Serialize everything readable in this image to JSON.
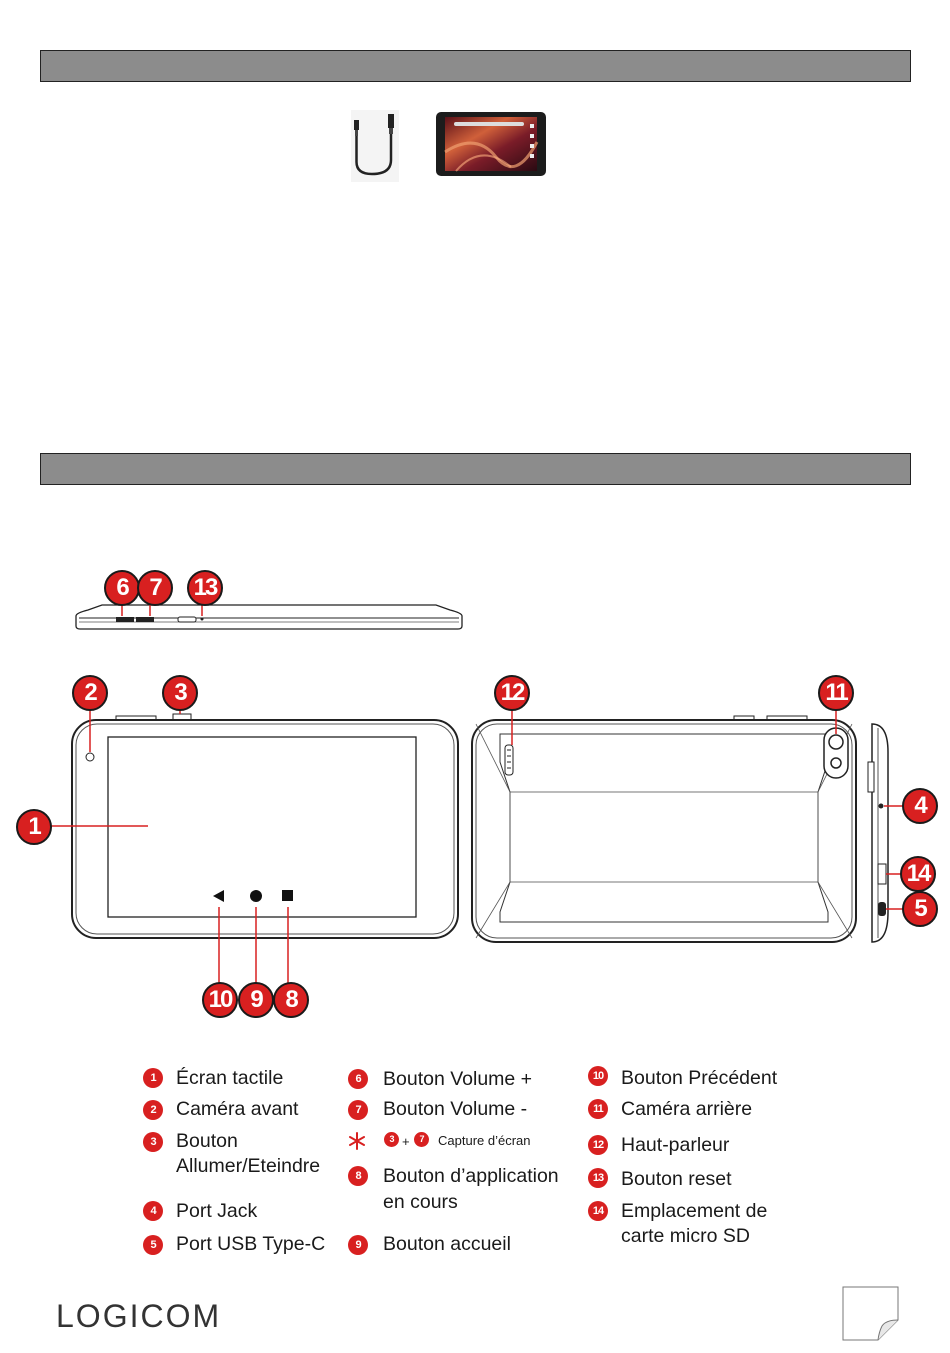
{
  "header_bars": [
    "",
    ""
  ],
  "badges": {
    "b1": "1",
    "b2": "2",
    "b3": "3",
    "b4": "4",
    "b5": "5",
    "b6": "6",
    "b7": "7",
    "b8": "8",
    "b9": "9",
    "b10": "10",
    "b11": "11",
    "b12": "12",
    "b13": "13",
    "b14": "14"
  },
  "legend": {
    "i1": "Écran tactile",
    "i2": "Caméra avant",
    "i3a": "Bouton",
    "i3b": "Allumer/Eteindre",
    "i4": "Port Jack",
    "i5": "Port USB Type-C",
    "i6": "Bouton Volume +",
    "i7": "Bouton Volume -",
    "combo_plus": "+",
    "combo_label": "Capture d’écran",
    "i8a": "Bouton d’application",
    "i8b": "en cours",
    "i9": "Bouton accueil",
    "i10": "Bouton Précédent",
    "i11": "Caméra arrière",
    "i12": "Haut-parleur",
    "i13": "Bouton reset",
    "i14a": "Emplacement de",
    "i14b": "carte micro SD"
  },
  "brand": "LOGICOM",
  "colors": {
    "badge": "#d82020",
    "bar": "#8c8c8c"
  }
}
